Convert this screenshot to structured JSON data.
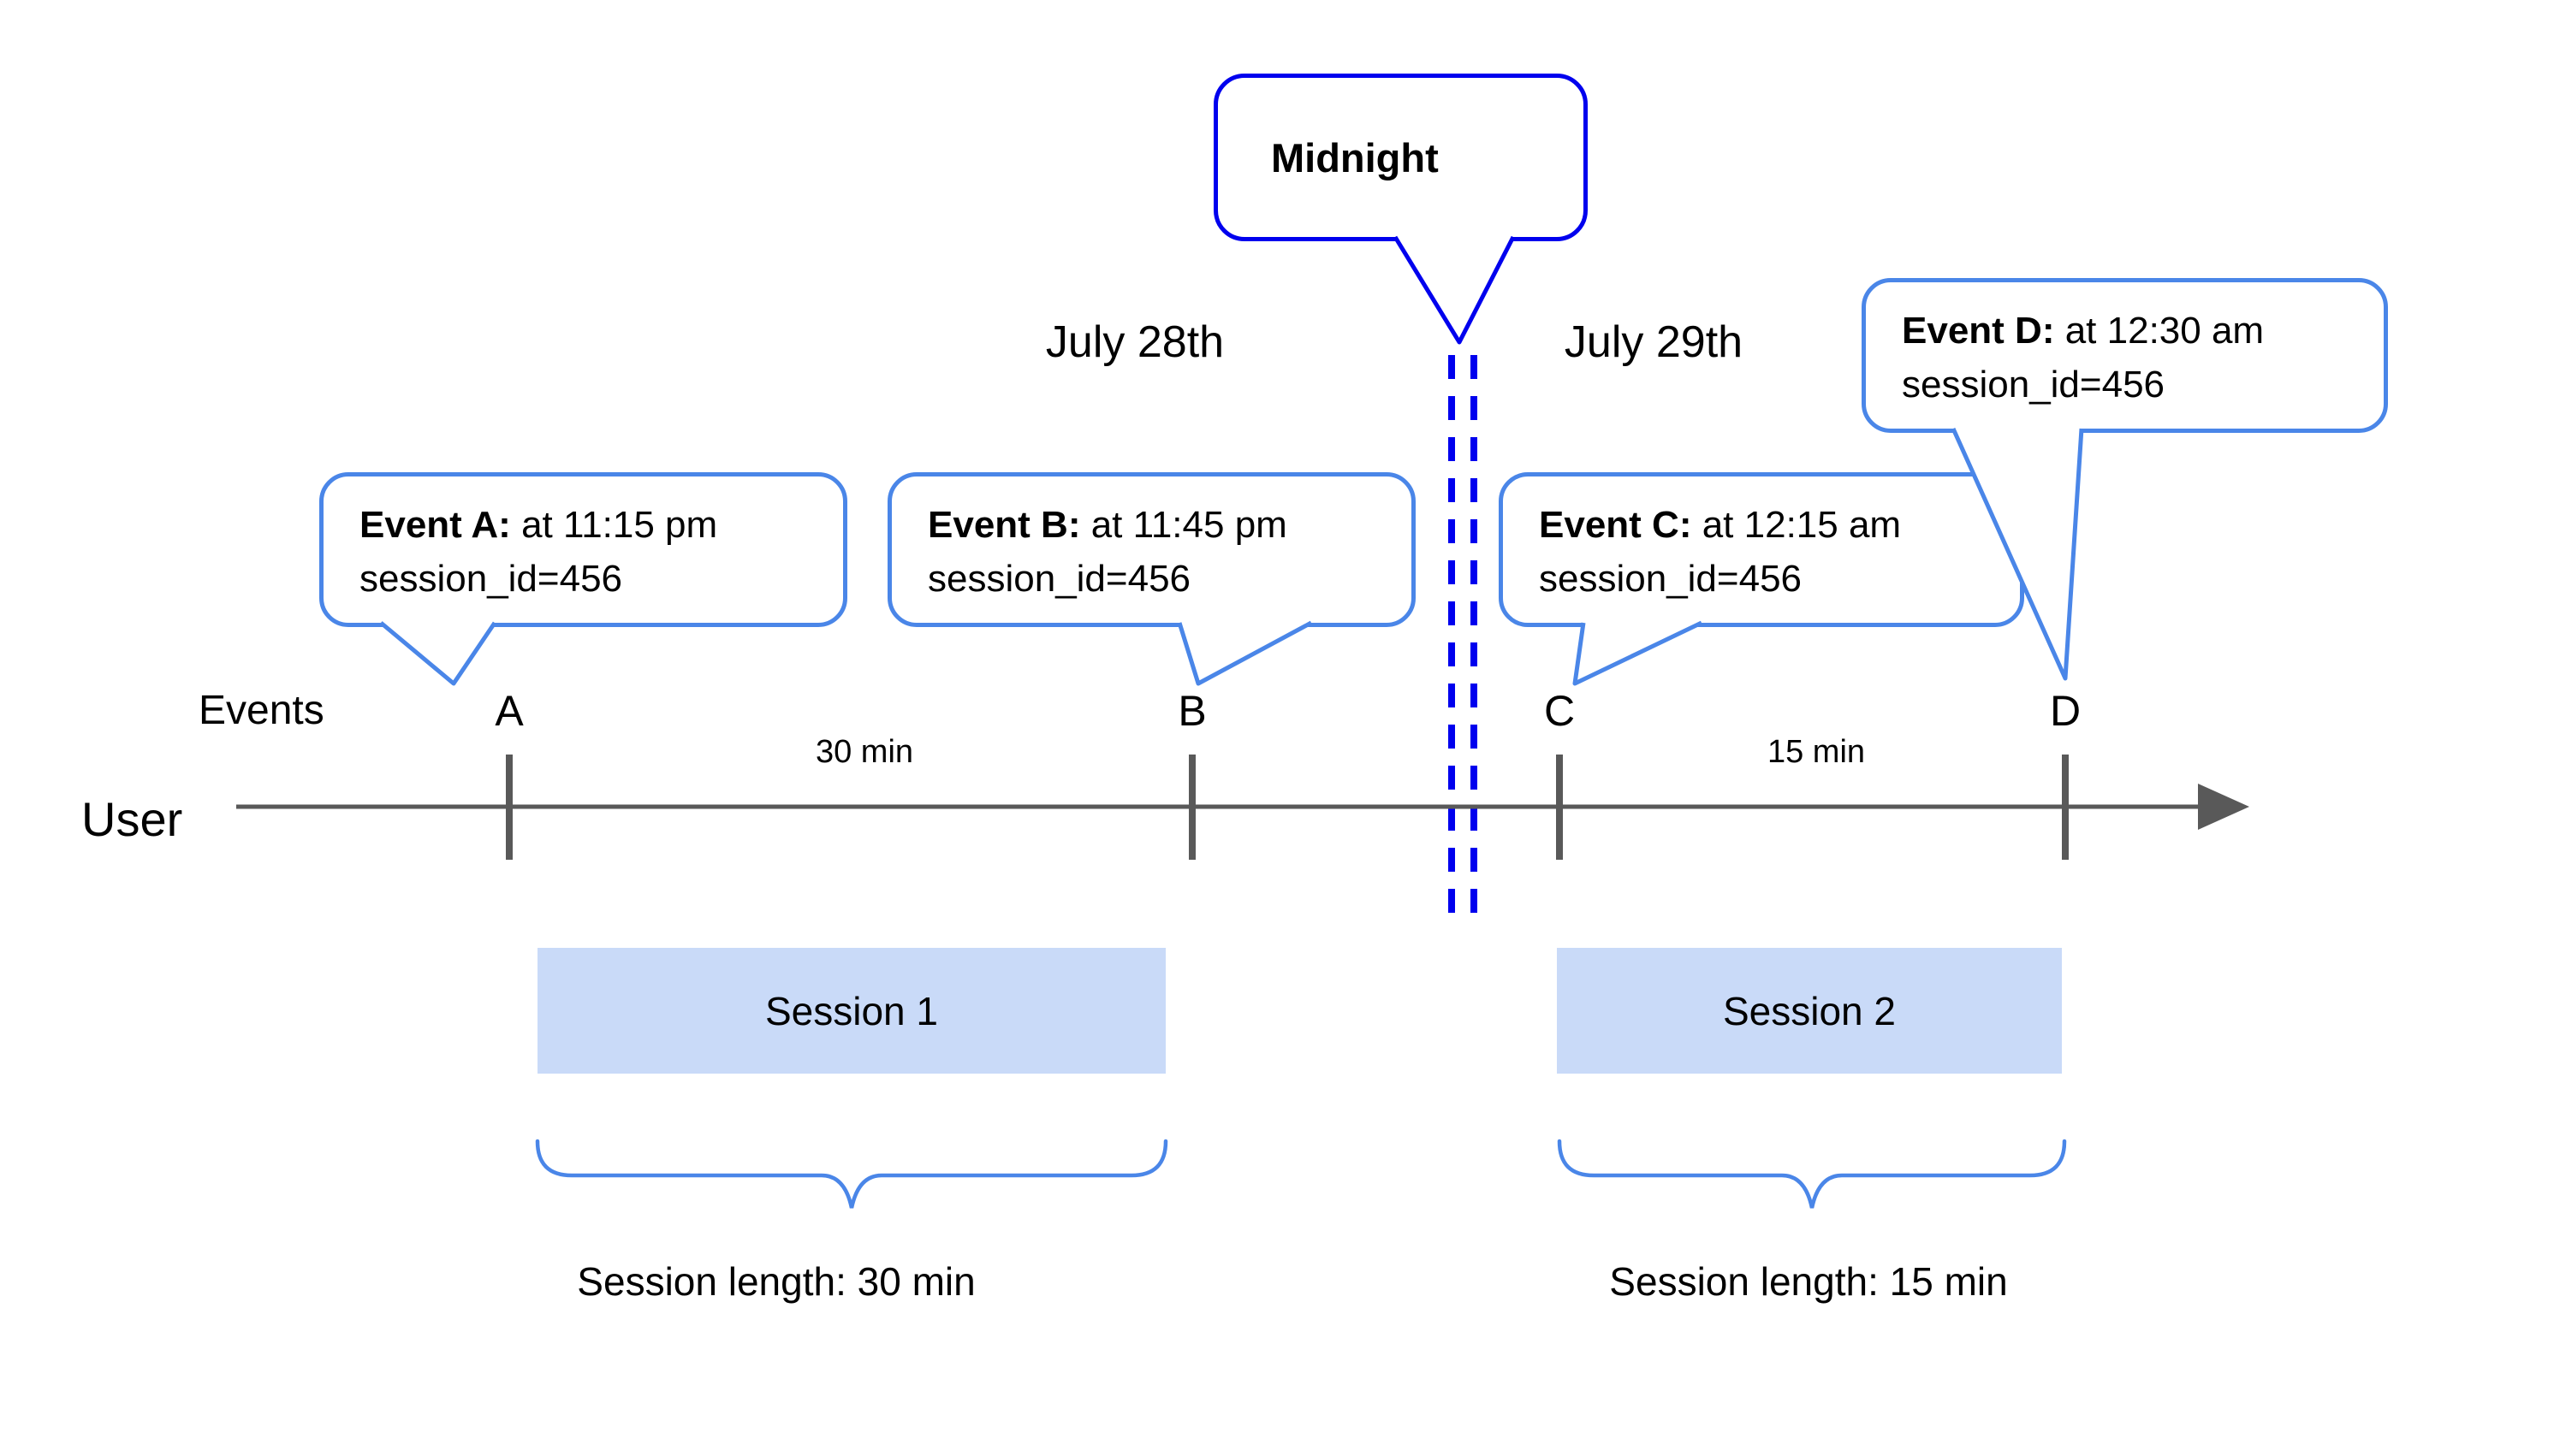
{
  "diagram": {
    "midnight_label": "Midnight",
    "dates": {
      "before": "July 28th",
      "after": "July 29th"
    },
    "axis": {
      "events_label": "Events",
      "user_label": "User"
    },
    "events": [
      {
        "letter": "A",
        "title": "Event A:",
        "time": " at 11:15 pm",
        "session": "session_id=456"
      },
      {
        "letter": "B",
        "title": "Event B:",
        "time": " at 11:45 pm",
        "session": "session_id=456"
      },
      {
        "letter": "C",
        "title": "Event C:",
        "time": " at 12:15 am",
        "session": "session_id=456"
      },
      {
        "letter": "D",
        "title": "Event D:",
        "time": " at 12:30 am",
        "session": "session_id=456"
      }
    ],
    "intervals": [
      {
        "label": "30 min"
      },
      {
        "label": "15 min"
      }
    ],
    "sessions": [
      {
        "name": "Session 1",
        "length_label": "Session length: 30 min"
      },
      {
        "name": "Session 2",
        "length_label": "Session length: 15 min"
      }
    ],
    "colors": {
      "event_bubble_border": "#4a86e8",
      "midnight_bubble_border": "#0000ee",
      "midnight_divider": "#0000ee",
      "timeline": "#595959",
      "session_fill": "#c9daf8"
    }
  }
}
